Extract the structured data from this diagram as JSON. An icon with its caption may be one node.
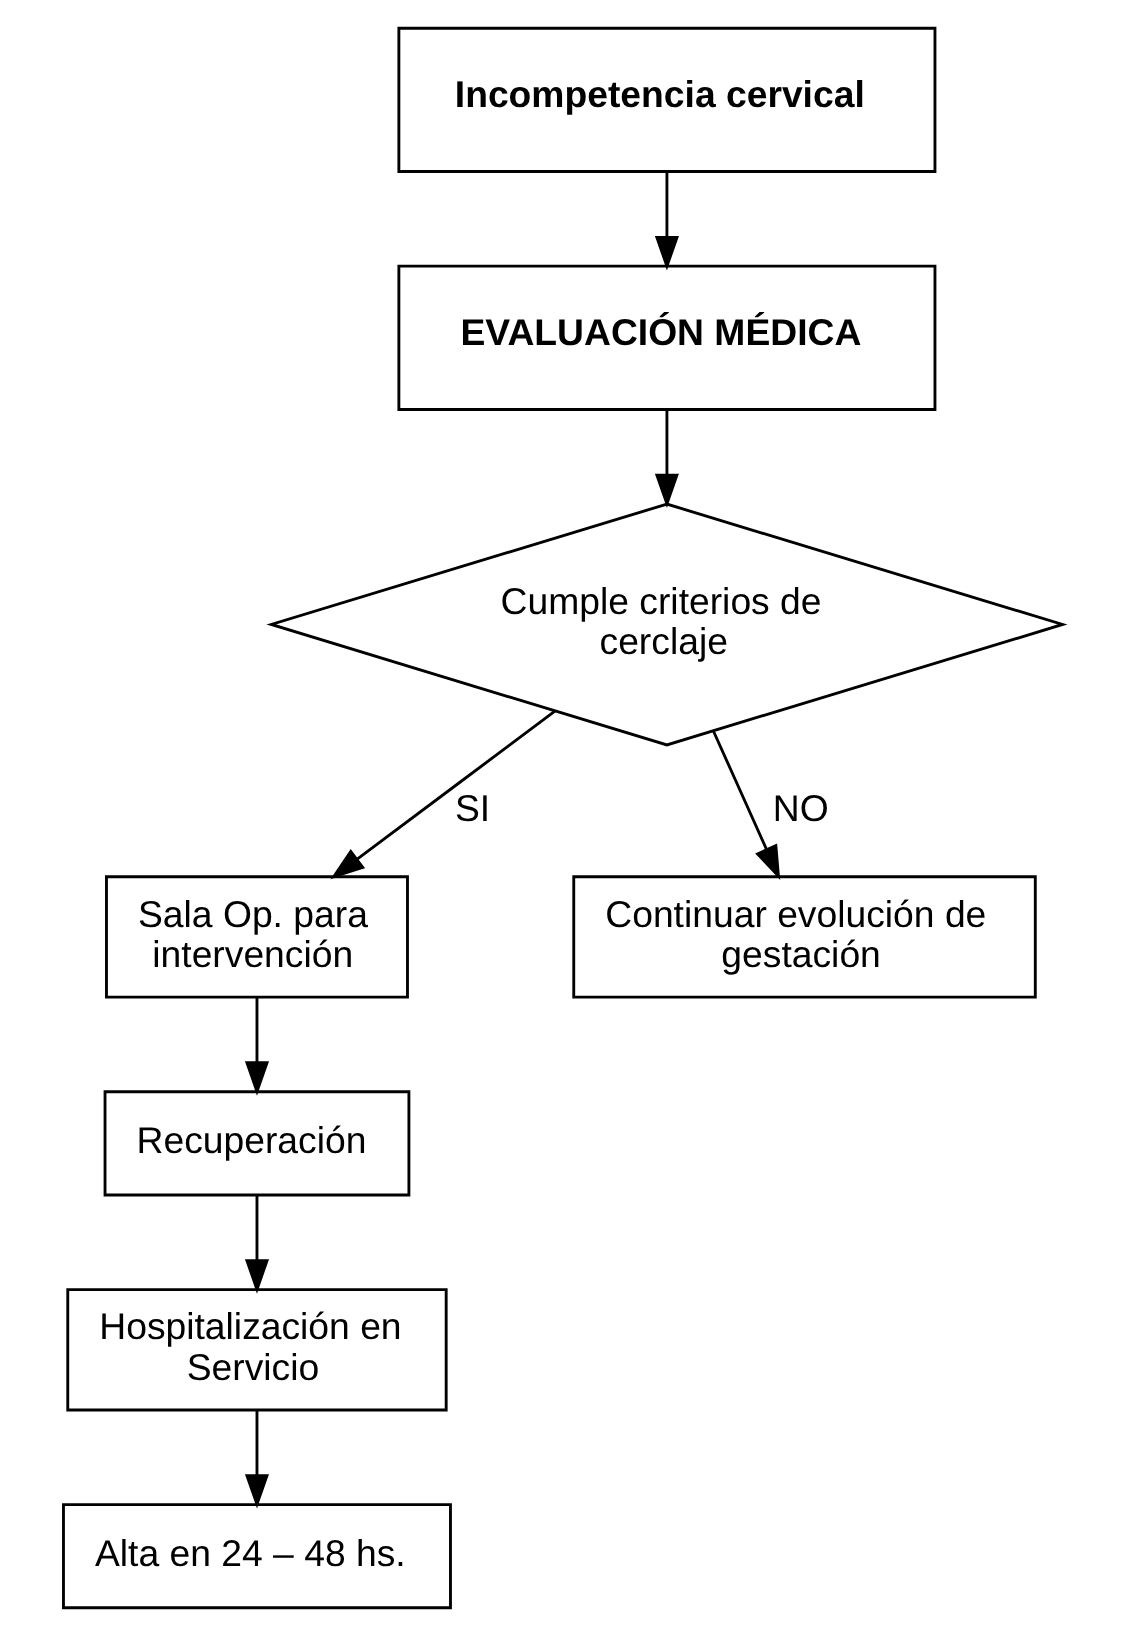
{
  "diagram": {
    "nodes": [
      {
        "text": [
          "Incompetencia cervical"
        ]
      },
      {
        "text": [
          "EVALUACIÓN MÉDICA"
        ]
      },
      {
        "text": [
          "Cumple criterios de cerclaje"
        ]
      },
      {
        "text": [
          "Sala Op. para intervención"
        ]
      },
      {
        "text": [
          "Continuar evolución de gestación"
        ]
      },
      {
        "text": [
          "Recuperación"
        ]
      },
      {
        "text": [
          "Hospitalización en Servicio"
        ]
      },
      {
        "text": [
          "Alta en 24 – 48 hs."
        ]
      }
    ],
    "edges": [
      {
        "from": 0,
        "to": 1,
        "arrow": "to"
      },
      {
        "from": 1,
        "to": 2,
        "arrow": "to"
      },
      {
        "from": 2,
        "to": 3,
        "arrow": "to",
        "label": "SI"
      },
      {
        "from": 2,
        "to": 4,
        "arrow": "to",
        "label": "NO"
      },
      {
        "from": 3,
        "to": 5,
        "arrow": "to"
      },
      {
        "from": 5,
        "to": 6,
        "arrow": "to"
      },
      {
        "from": 6,
        "to": 7,
        "arrow": "to"
      }
    ]
  }
}
